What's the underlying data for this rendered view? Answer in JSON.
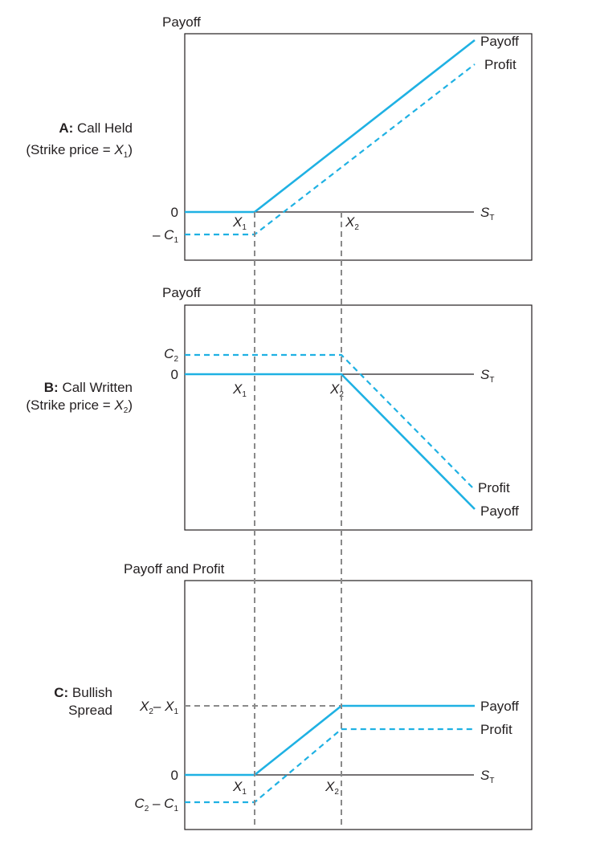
{
  "colors": {
    "line": "#1fb1e3",
    "axis": "#231f20",
    "guide": "#8a8a8a"
  },
  "chart_data": [
    {
      "type": "line",
      "panel_prefix": "A:",
      "panel_title": "Call Held",
      "panel_subtitle": "(Strike price = X1)",
      "ylabel": "Payoff",
      "xlabel": "S",
      "xlabel_sub": "T",
      "x_ticks": [
        {
          "label": "X",
          "sub": "1",
          "x": 1
        },
        {
          "label": "X",
          "sub": "2",
          "x": 2
        }
      ],
      "y_ticks": [
        {
          "label": "0",
          "y": 0
        },
        {
          "label": "– C",
          "sub": "1",
          "y": -0.5
        }
      ],
      "series": [
        {
          "name": "Payoff",
          "style": "solid",
          "points": [
            [
              0,
              0
            ],
            [
              1,
              0
            ],
            [
              3.6,
              3.9
            ]
          ]
        },
        {
          "name": "Profit",
          "style": "dashed",
          "points": [
            [
              0,
              -0.5
            ],
            [
              1,
              -0.5
            ],
            [
              3.6,
              3.4
            ]
          ]
        }
      ]
    },
    {
      "type": "line",
      "panel_prefix": "B:",
      "panel_title": "Call Written",
      "panel_subtitle": "(Strike price = X2)",
      "ylabel": "Payoff",
      "xlabel": "S",
      "xlabel_sub": "T",
      "x_ticks": [
        {
          "label": "X",
          "sub": "1",
          "x": 1
        },
        {
          "label": "X",
          "sub": "2",
          "x": 2
        }
      ],
      "y_ticks": [
        {
          "label": "C",
          "sub": "2",
          "y": 0.45
        },
        {
          "label": "0",
          "y": 0
        }
      ],
      "series": [
        {
          "name": "Payoff",
          "style": "solid",
          "points": [
            [
              0,
              0
            ],
            [
              2,
              0
            ],
            [
              3.6,
              -3.1
            ]
          ]
        },
        {
          "name": "Profit",
          "style": "dashed",
          "points": [
            [
              0,
              0.45
            ],
            [
              2,
              0.45
            ],
            [
              3.6,
              -2.6
            ]
          ]
        }
      ]
    },
    {
      "type": "line",
      "panel_prefix": "C:",
      "panel_title": "Bullish",
      "panel_subtitle": "Spread",
      "ylabel": "Payoff and Profit",
      "xlabel": "S",
      "xlabel_sub": "T",
      "x_ticks": [
        {
          "label": "X",
          "sub": "1",
          "x": 1
        },
        {
          "label": "X",
          "sub": "2",
          "x": 2
        }
      ],
      "y_ticks": [
        {
          "label": "X2 – X1",
          "y": 1.6
        },
        {
          "label": "0",
          "y": 0
        },
        {
          "label": "C2 – C1",
          "y": -0.6
        }
      ],
      "series": [
        {
          "name": "Payoff",
          "style": "solid",
          "points": [
            [
              0,
              0
            ],
            [
              1,
              0
            ],
            [
              2,
              1.6
            ],
            [
              3.6,
              1.6
            ]
          ]
        },
        {
          "name": "Profit",
          "style": "dashed",
          "points": [
            [
              0,
              -0.6
            ],
            [
              1,
              -0.6
            ],
            [
              2,
              1.0
            ],
            [
              3.6,
              1.0
            ]
          ]
        }
      ]
    }
  ]
}
